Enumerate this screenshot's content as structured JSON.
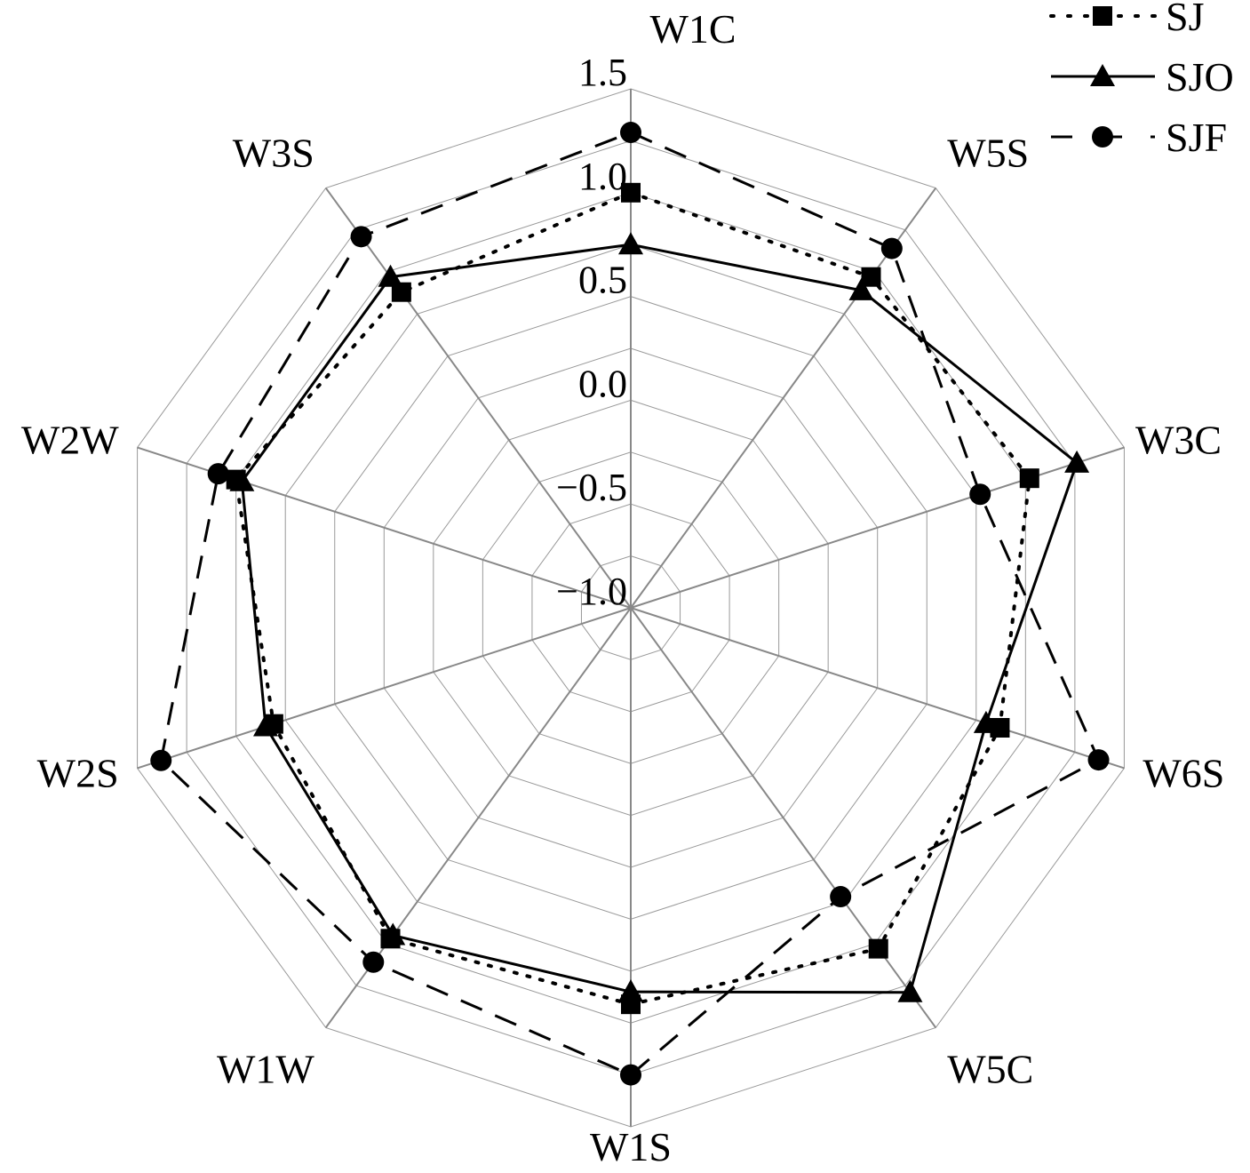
{
  "chart_data": {
    "type": "radar",
    "title": "",
    "axes": [
      "W1C",
      "W5S",
      "W3C",
      "W6S",
      "W5C",
      "W1S",
      "W1W",
      "W2S",
      "W2W",
      "W3S"
    ],
    "rlim": [
      -1.0,
      1.5
    ],
    "rticks": [
      "-1.0",
      "-0.5",
      "0.0",
      "0.5",
      "1.0",
      "1.5"
    ],
    "rtick_values": [
      -1.0,
      -0.5,
      0.0,
      0.5,
      1.0,
      1.5
    ],
    "grid_step": 0.25,
    "legend_position": "top-right",
    "series": [
      {
        "name": "SJ",
        "line": "dotted",
        "marker": "square",
        "values": [
          1.0,
          0.97,
          1.02,
          0.87,
          1.03,
          0.91,
          0.97,
          0.81,
          1.0,
          0.88
        ]
      },
      {
        "name": "SJO",
        "line": "solid",
        "marker": "triangle",
        "values": [
          0.75,
          0.89,
          1.26,
          0.8,
          1.29,
          0.85,
          0.95,
          0.85,
          0.97,
          0.97
        ]
      },
      {
        "name": "SJF",
        "line": "dashed",
        "marker": "circle",
        "values": [
          1.29,
          1.14,
          0.77,
          1.37,
          0.72,
          1.25,
          1.11,
          1.38,
          1.09,
          1.21
        ]
      }
    ]
  }
}
